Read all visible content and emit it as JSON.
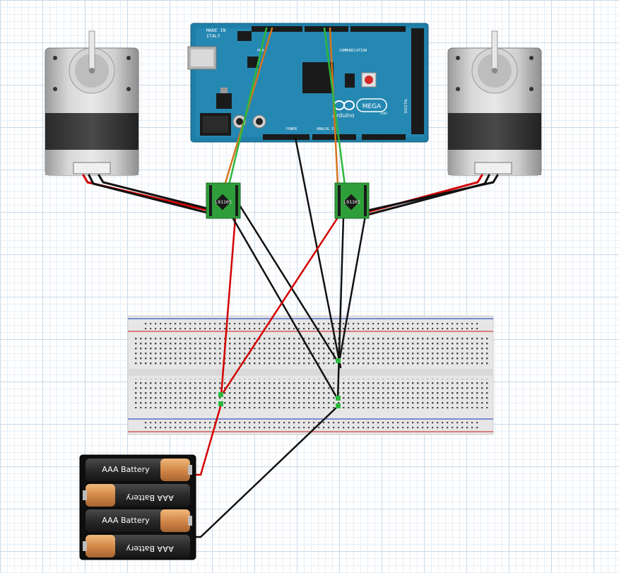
{
  "arduino": {
    "made_in": "MADE IN",
    "italy": "ITALY",
    "brand": "Arduino",
    "model": "MEGA",
    "model_suffix": "2560",
    "power_label": "POWER",
    "analog_label": "ANALOG IN",
    "communication_label": "COMMUNICATION",
    "digital_label": "DIGITAL",
    "pwm_label": "PWM"
  },
  "drivers": [
    {
      "label": "L9110S"
    },
    {
      "label": "L9110S"
    }
  ],
  "battery_pack": {
    "cells": [
      {
        "label": "AAA Battery",
        "flipped": false
      },
      {
        "label": "AAA Battery",
        "flipped": true
      },
      {
        "label": "AAA Battery",
        "flipped": false
      },
      {
        "label": "AAA Battery",
        "flipped": true
      }
    ]
  },
  "wire_colors": {
    "red": "#d40000",
    "black": "#111111",
    "green": "#2db83d",
    "orange": "#d4741e"
  },
  "component_colors": {
    "arduino_board": "#1f7fa8",
    "driver_board": "#2e9e3a",
    "breadboard": "#e9e9e9",
    "motor_body": "#c8c8c8"
  }
}
